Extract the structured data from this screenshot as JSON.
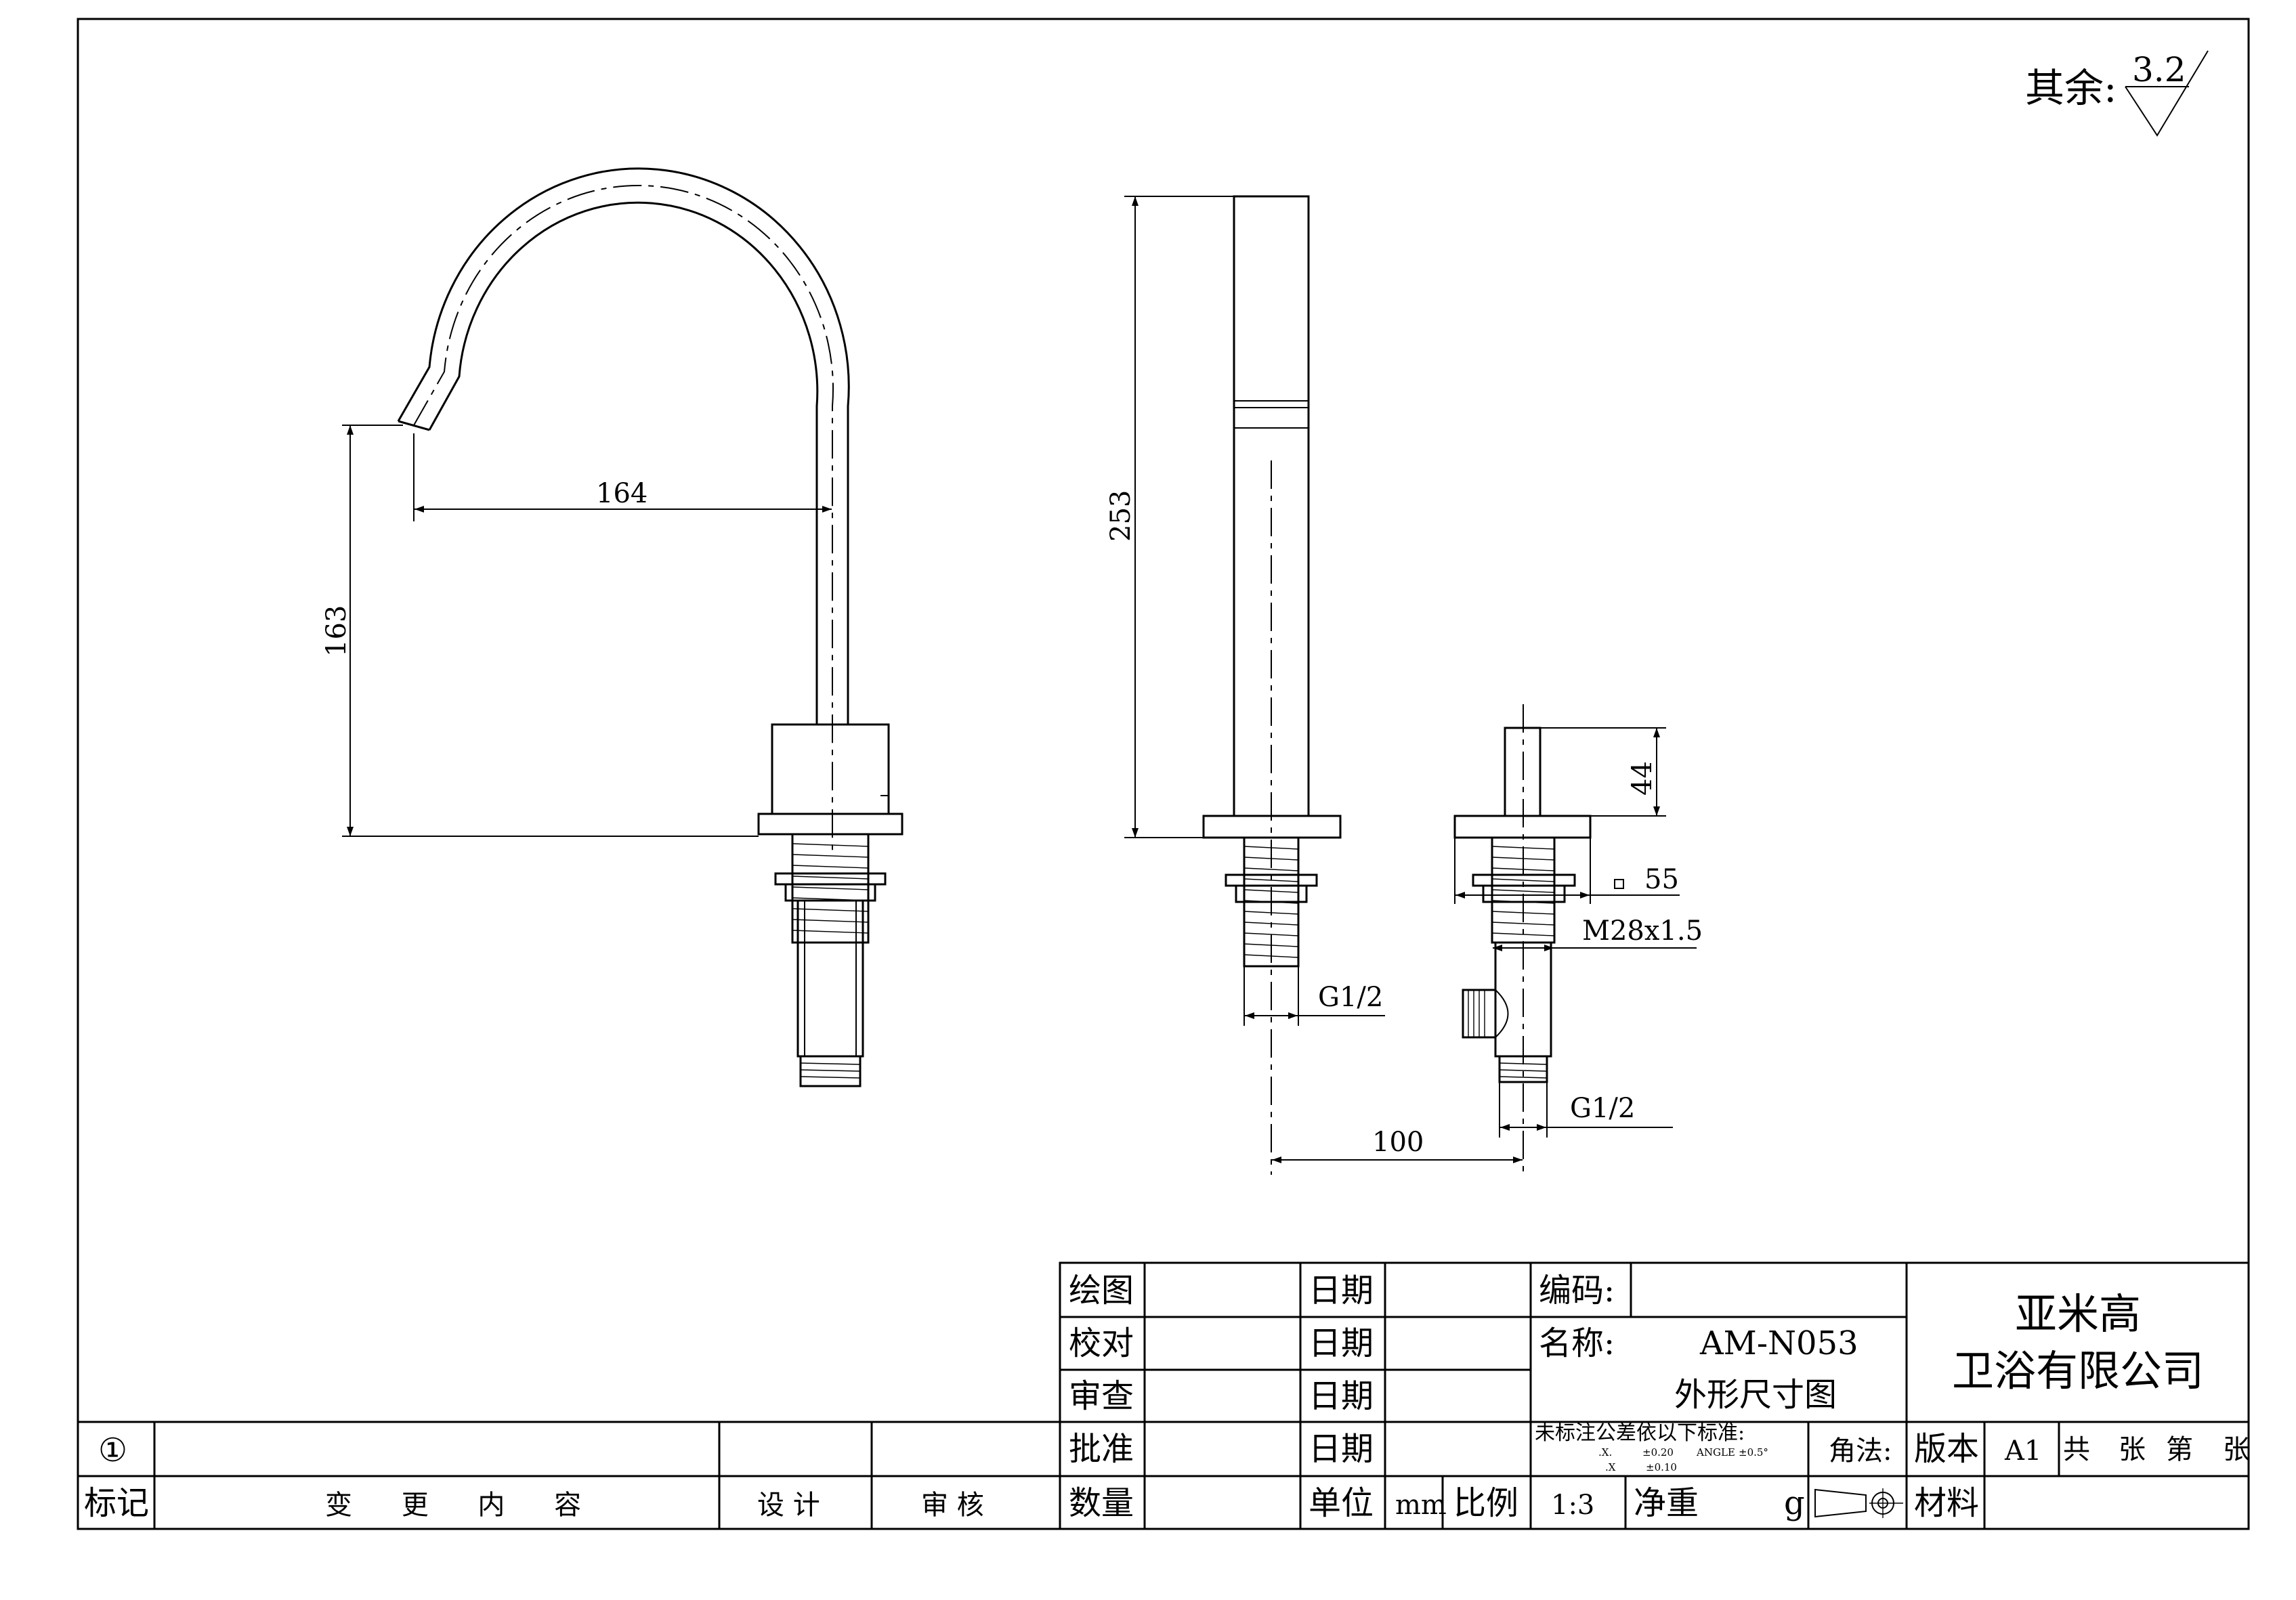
{
  "roughness": {
    "prefix": "其余:",
    "value": "3.2"
  },
  "dimensions": {
    "spout_reach": "164",
    "spout_height": "163",
    "handle_height": "253",
    "valve_height": "44",
    "valve_square": "55",
    "valve_thread": "M28x1.5",
    "thread_handle": "G1/2",
    "thread_valve": "G1/2",
    "center_distance": "100"
  },
  "title_block": {
    "drawn_label": "绘图",
    "check_label": "校对",
    "review_label": "审查",
    "approve_label": "批准",
    "qty_label": "数量",
    "date_label": "日期",
    "unit_label": "单位",
    "unit_value": "mm",
    "scale_label": "比例",
    "scale_value": "1:3",
    "net_weight_label": "净重",
    "net_weight_unit": "g",
    "code_label": "编码:",
    "name_label": "名称:",
    "model": "AM-N053",
    "drawing_title": "外形尺寸图",
    "tolerance_title": "未标注公差依以下标准:",
    "tol_x": ".X.",
    "tol_x_val": "±0.20",
    "tol_angle": "ANGLE",
    "tol_angle_val": "±0.5°",
    "tol_xx": ".X",
    "tol_xx_val": "±0.10",
    "projection_label": "角法:",
    "company_line1": "亚米高",
    "company_line2": "卫浴有限公司",
    "version_label": "版本",
    "version_value": "A1",
    "sheets_total": "共",
    "sheets_word1": "张",
    "sheets_nth": "第",
    "sheets_word2": "张",
    "material_label": "材料"
  },
  "revision_block": {
    "marker": "①",
    "mark_label": "标记",
    "change_label": "变 更 内 容",
    "design_label": "设 计",
    "audit_label": "审 核"
  }
}
